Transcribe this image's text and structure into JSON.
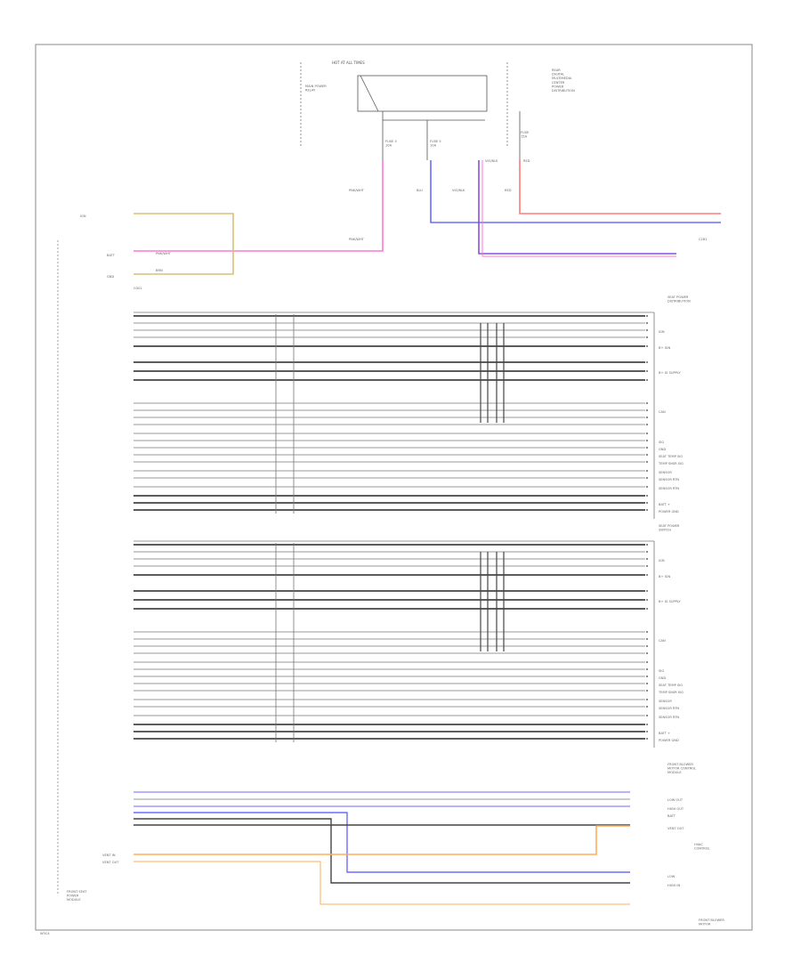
{
  "colors": {
    "wire_dark": "#444444",
    "wire_gray": "#9a9a9a",
    "pink": "#ff7ad0",
    "tan": "#d8c07a",
    "blue": "#6b6bff",
    "purple": "#8a4fe0",
    "red": "#ff7a7a",
    "orange": "#ffad5a",
    "frame": "#888888"
  },
  "labels": {
    "hot_at_all_times": "HOT AT ALL TIMES",
    "main_power": "MAIN POWER\nRELAY",
    "fuse1": "FUSE 3\n10A",
    "fuse2": "FUSE 5\n10A",
    "fuse3": "FUSE\n15A",
    "ground_note": "REAR\nDIGITAL\nMULTIMEDIA\nCENTER\nPOWER\nDISTRIBUTION",
    "w_pink_up": "PNK/WHT",
    "w_blu": "BLU",
    "w_vio": "VIO/BLK",
    "w_red": "RED",
    "w_red2": "RED",
    "w_vio2": "VIO/BLK",
    "w_pink_low": "PNK/WHT",
    "left_top_a": "IGN",
    "left_top_b": "BATT",
    "left_top_c": "GND",
    "w_batt": "PNK/WHT",
    "w_gnd": "BRN",
    "label_c1": "C281",
    "label_g": "G301",
    "r_conn_head": "SEAT POWER\nDISTRIBUTION",
    "r_conn_mid": "SEAT POWER\nSWITCH",
    "r_conn_low": "FRONT BLOWER\nMOTOR CONTROL\nMODULE",
    "r_conn_bot": "HVAC\nCONTROL",
    "bottom_left_mod": "FRONT SEAT\nPOWER\nMODULE",
    "bottom_right_mod": "FRONT BLOWER\nMOTOR",
    "footer": "W3C4"
  },
  "pin_labels": [
    "IGN",
    "B+ IGN",
    "B+ IG SUPPLY",
    "CAN",
    "SIG",
    "GND",
    "SEAT TEMP SIG",
    "TEMP SNSR SIG",
    "SENSOR",
    "SENSOR RTN",
    "SENSOR RTN",
    "BATT +",
    "POWER GND"
  ],
  "bottom_right_pins": [
    "LOW OUT",
    "HIGH OUT",
    "BATT",
    "VENT OUT",
    "LOW",
    "HIGH IN"
  ],
  "bottom_left_pins": [
    "VENT IN",
    "VENT OUT"
  ]
}
